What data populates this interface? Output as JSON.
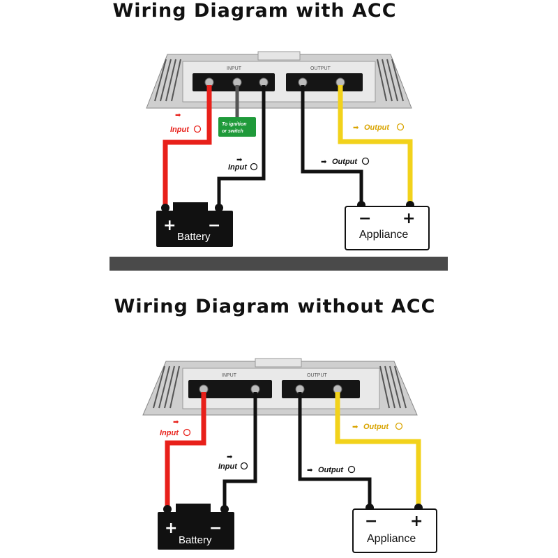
{
  "titles": {
    "with_acc": "Wiring Diagram with ACC",
    "without_acc": "Wiring Diagram without ACC"
  },
  "with_acc": {
    "input_pos": "Input",
    "input_neg": "Input",
    "output_pos": "Output",
    "output_neg": "Output",
    "acc_line1": "To ignition",
    "acc_line2": "or switch",
    "battery": "Battery",
    "appliance": "Appliance",
    "plus": "+",
    "minus": "−",
    "port_input": "INPUT",
    "port_output": "OUTPUT"
  },
  "without_acc": {
    "input_pos": "Input",
    "input_neg": "Input",
    "output_pos": "Output",
    "output_neg": "Output",
    "battery": "Battery",
    "appliance": "Appliance",
    "plus": "+",
    "minus": "−",
    "port_input": "INPUT",
    "port_output": "OUTPUT"
  },
  "colors": {
    "positive_wire": "#e8201a",
    "negative_wire": "#111111",
    "output_positive_wire": "#f2d21b",
    "acc_tag": "#1f9a3a"
  }
}
